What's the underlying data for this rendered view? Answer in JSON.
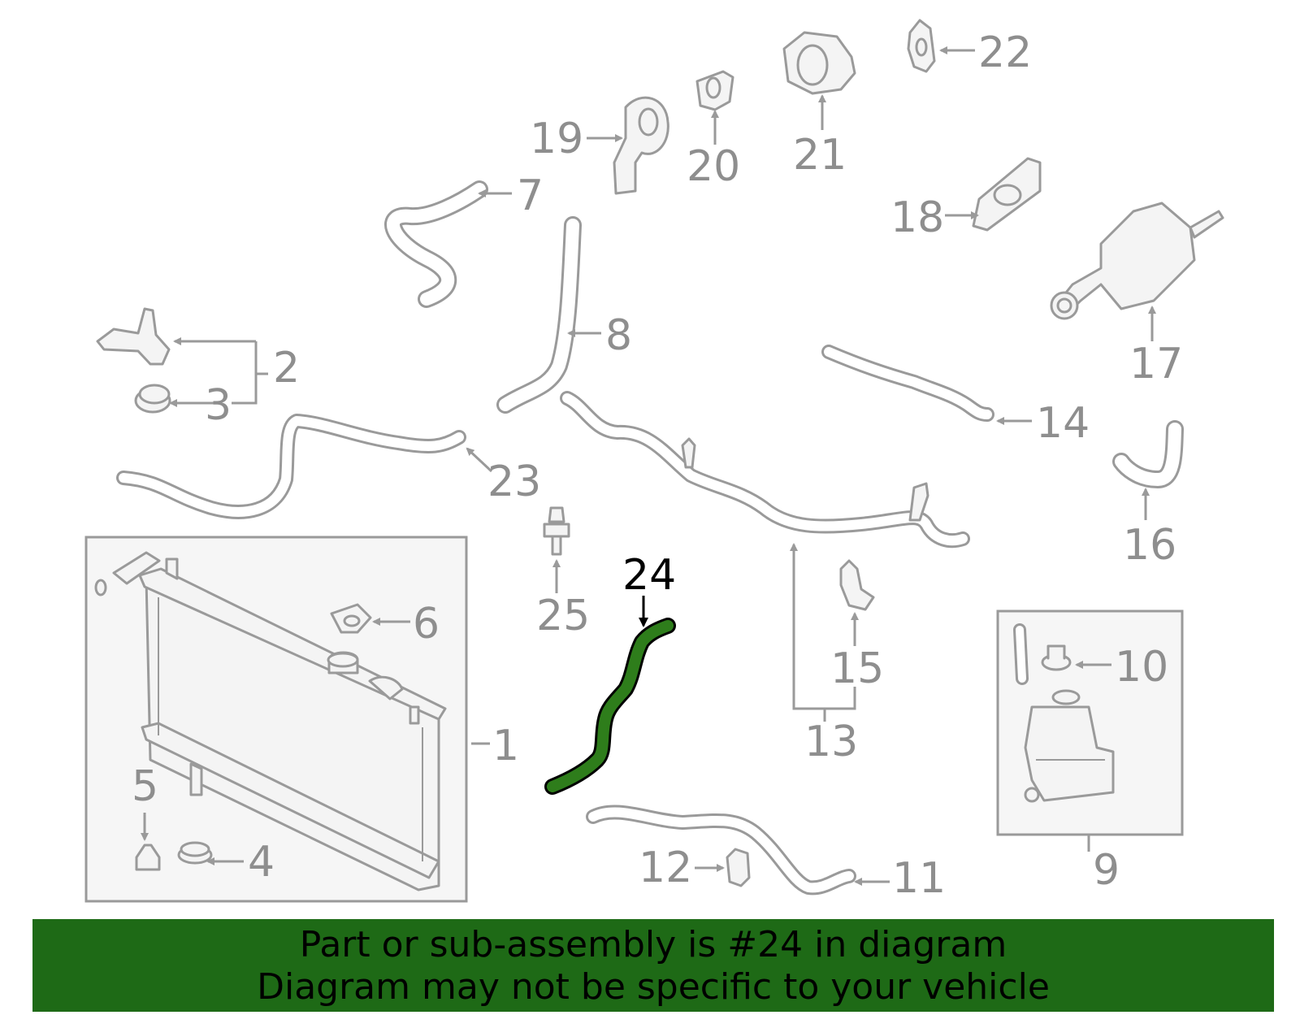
{
  "diagram": {
    "highlighted_part": "24",
    "colors": {
      "highlight": "#2e7d1b",
      "outline": "#9a9a9a",
      "banner": "#1e6a16"
    },
    "callouts": {
      "c1": "1",
      "c2": "2",
      "c3": "3",
      "c4": "4",
      "c5": "5",
      "c6": "6",
      "c7": "7",
      "c8": "8",
      "c9": "9",
      "c10": "10",
      "c11": "11",
      "c12": "12",
      "c13": "13",
      "c14": "14",
      "c15": "15",
      "c16": "16",
      "c17": "17",
      "c18": "18",
      "c19": "19",
      "c20": "20",
      "c21": "21",
      "c22": "22",
      "c23": "23",
      "c24": "24",
      "c25": "25"
    }
  },
  "banner": {
    "line1": "Part or sub-assembly is #24 in diagram",
    "line2": "Diagram may not be specific to your vehicle"
  }
}
